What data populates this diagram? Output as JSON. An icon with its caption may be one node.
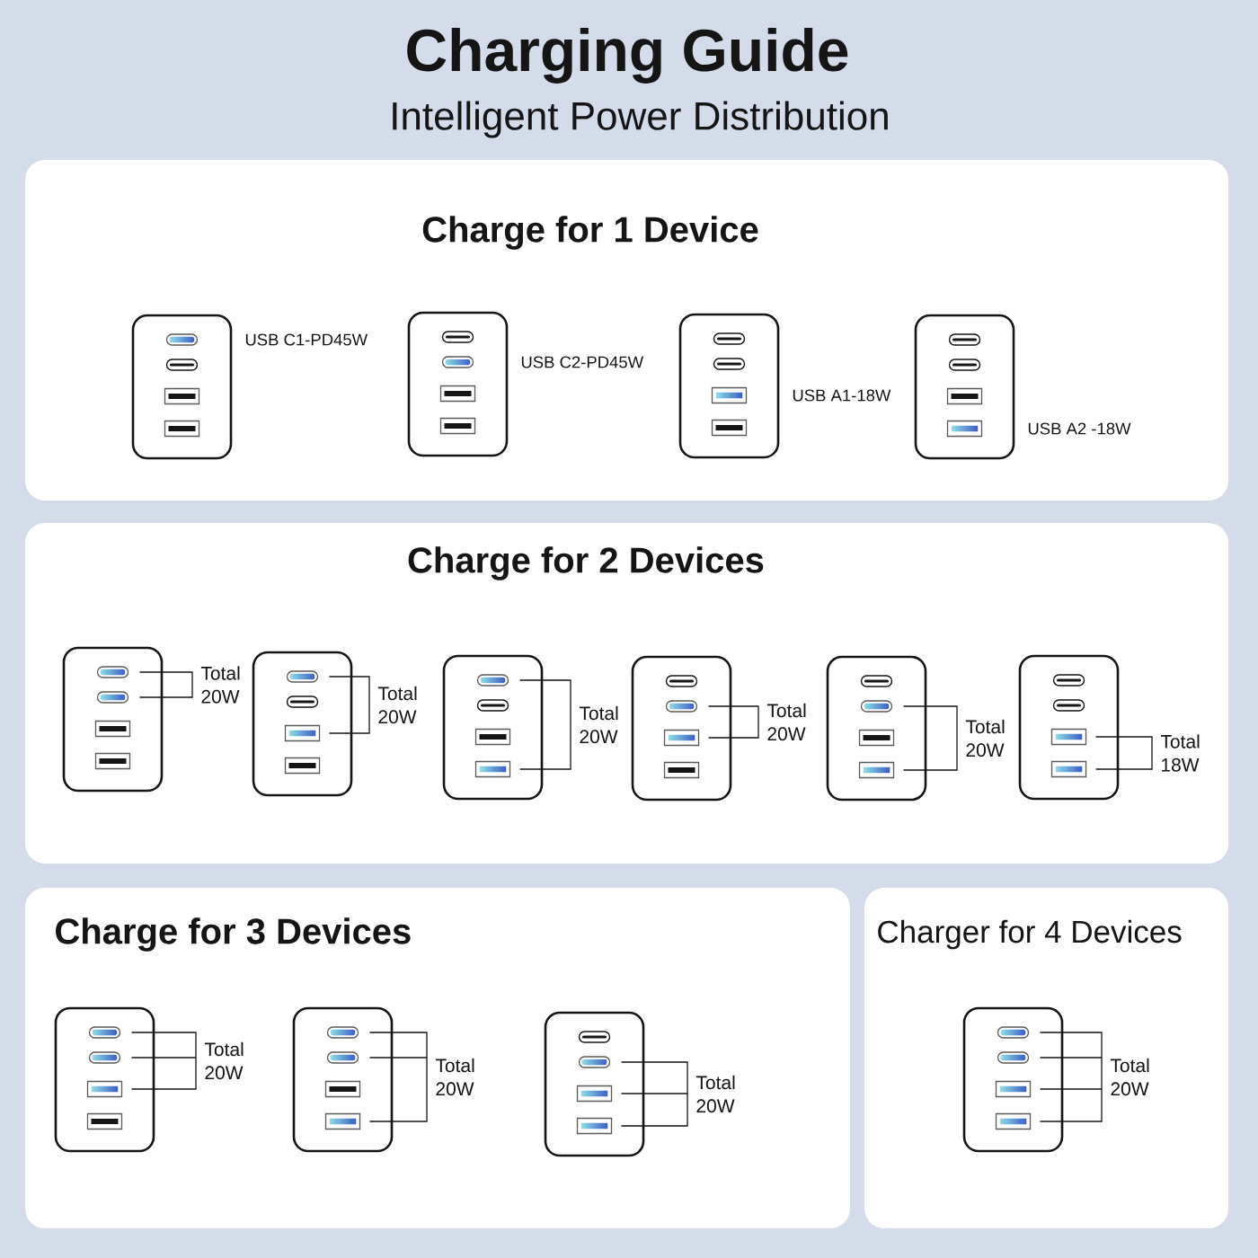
{
  "diagram": {
    "title": "Charging Guide",
    "nodes": [
      {
        "text": [
          "Charge for 1 Device"
        ]
      },
      {
        "text": [],
        "shape": "picture",
        "in": 0,
        "beside": [
          "USB C1-PD45W"
        ]
      },
      {
        "text": [],
        "shape": "picture",
        "in": 0,
        "beside": [
          "USB C2-PD45W"
        ]
      },
      {
        "text": [],
        "shape": "picture",
        "in": 0,
        "beside": [
          "USB A1-18W"
        ]
      },
      {
        "text": [],
        "shape": "picture",
        "in": 0,
        "beside": [
          "USB A2 -18W"
        ]
      },
      {
        "text": [
          "Charge for 2 Devices"
        ]
      },
      {
        "text": [],
        "shape": "picture",
        "in": 5,
        "beside": [
          "Total 20W"
        ]
      },
      {
        "text": [],
        "shape": "picture",
        "in": 5,
        "beside": [
          "Total 20W"
        ]
      },
      {
        "text": [],
        "shape": "picture",
        "in": 5,
        "beside": [
          "Total 20W"
        ]
      },
      {
        "text": [],
        "shape": "picture",
        "in": 5,
        "beside": [
          "Total 20W"
        ]
      },
      {
        "text": [],
        "shape": "picture",
        "in": 5,
        "beside": [
          "Total 20W"
        ]
      },
      {
        "text": [],
        "shape": "picture",
        "in": 5,
        "beside": [
          "Total 18W"
        ]
      },
      {
        "text": [
          "Charge for 3 Devices"
        ]
      },
      {
        "text": [],
        "shape": "picture",
        "in": 12,
        "beside": [
          "Total 20W"
        ]
      },
      {
        "text": [],
        "shape": "picture",
        "in": 12,
        "beside": [
          "Total 20W"
        ]
      },
      {
        "text": [],
        "shape": "picture",
        "in": 12,
        "beside": [
          "Total 20W"
        ]
      },
      {
        "text": [
          "Charger for 4 Devices"
        ]
      },
      {
        "text": [],
        "shape": "picture",
        "in": 16,
        "beside": [
          "Total 20W"
        ]
      }
    ],
    "labels": [
      "Intelligent Power Distribution"
    ]
  }
}
